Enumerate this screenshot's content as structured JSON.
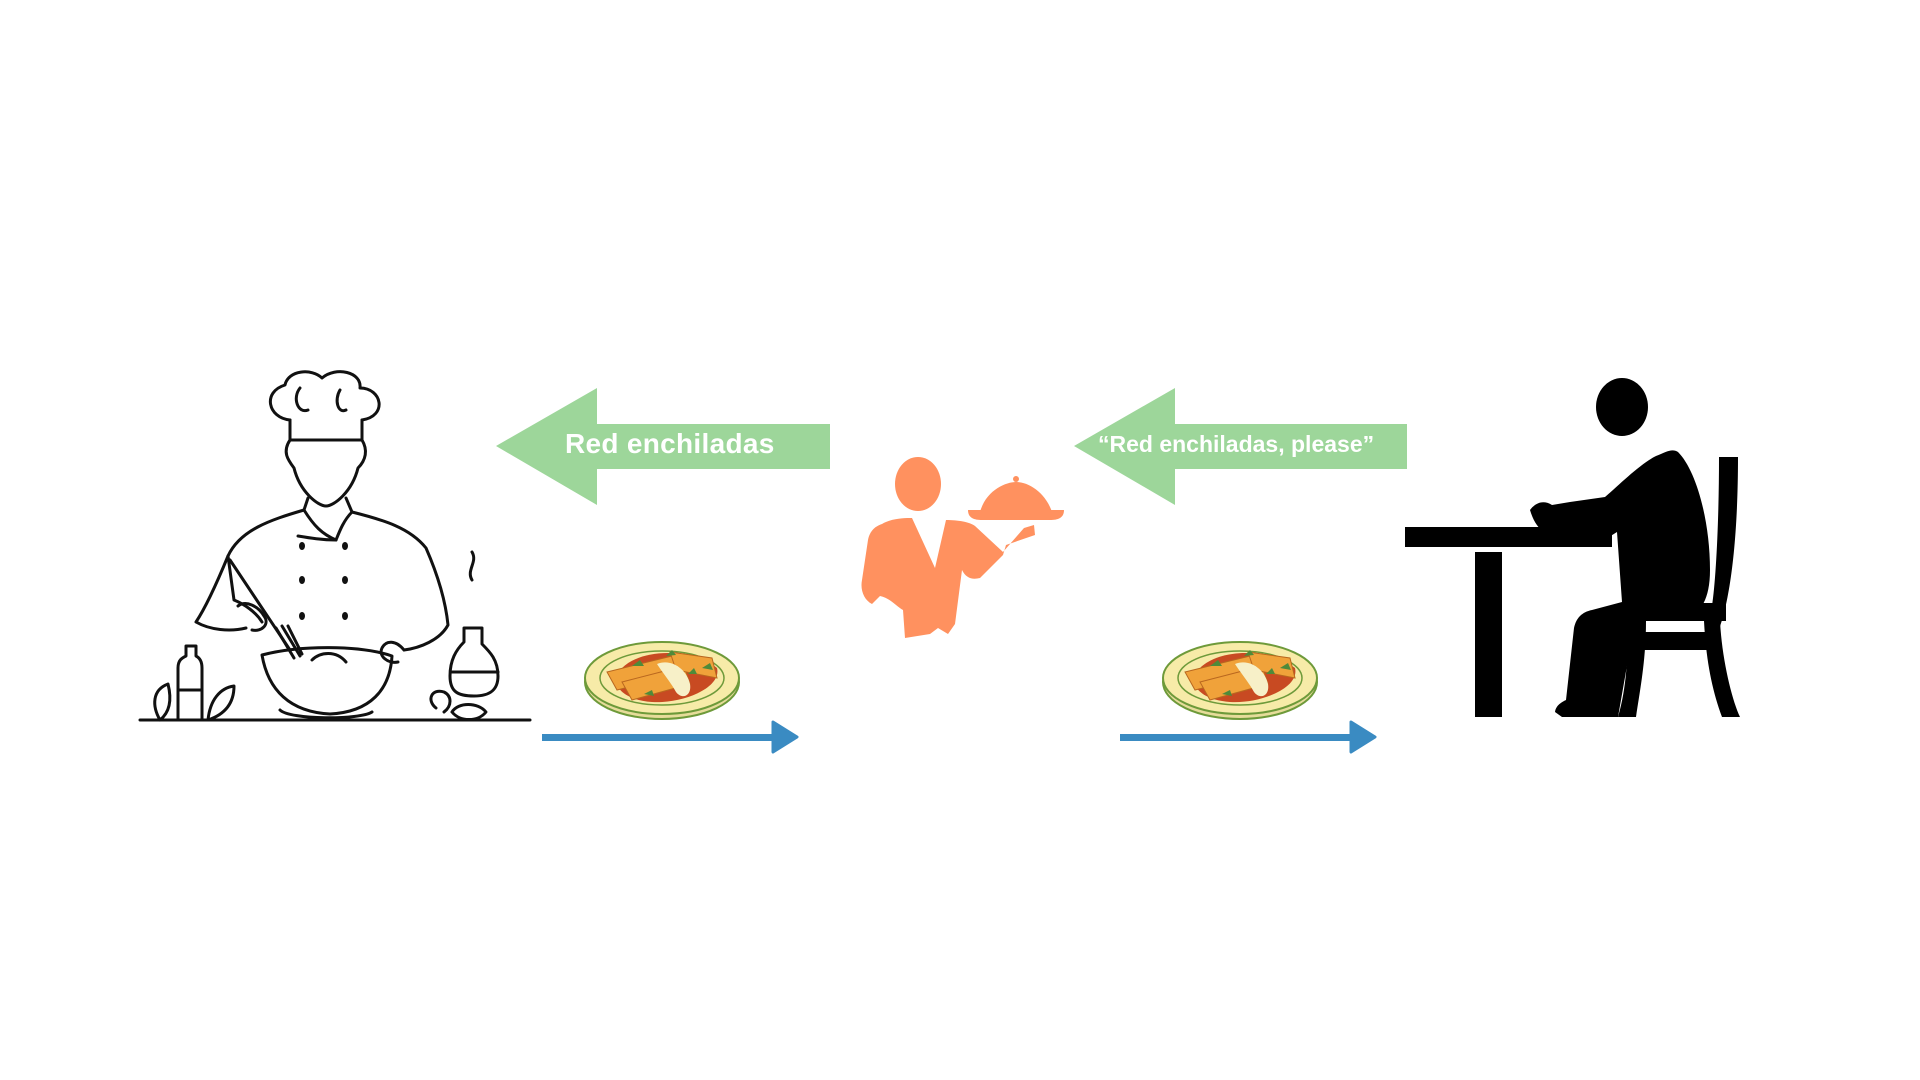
{
  "diagram": {
    "title": "Restaurant order flow analogy",
    "actors": [
      {
        "id": "chef",
        "icon": "chef-icon"
      },
      {
        "id": "waiter",
        "icon": "waiter-icon"
      },
      {
        "id": "diner",
        "icon": "diner-icon"
      }
    ],
    "requests": [
      {
        "from": "waiter",
        "to": "chef",
        "label": "Red enchiladas"
      },
      {
        "from": "diner",
        "to": "waiter",
        "label": "“Red enchiladas, please”"
      }
    ],
    "responses": [
      {
        "from": "chef",
        "to": "waiter",
        "icon": "enchilada-plate-icon"
      },
      {
        "from": "waiter",
        "to": "diner",
        "icon": "enchilada-plate-icon"
      }
    ]
  },
  "colors": {
    "request_arrow": "#9dd69a",
    "response_arrow": "#3a8bc2",
    "waiter": "#ff915f",
    "chef_line": "#111111",
    "diner": "#000000"
  }
}
